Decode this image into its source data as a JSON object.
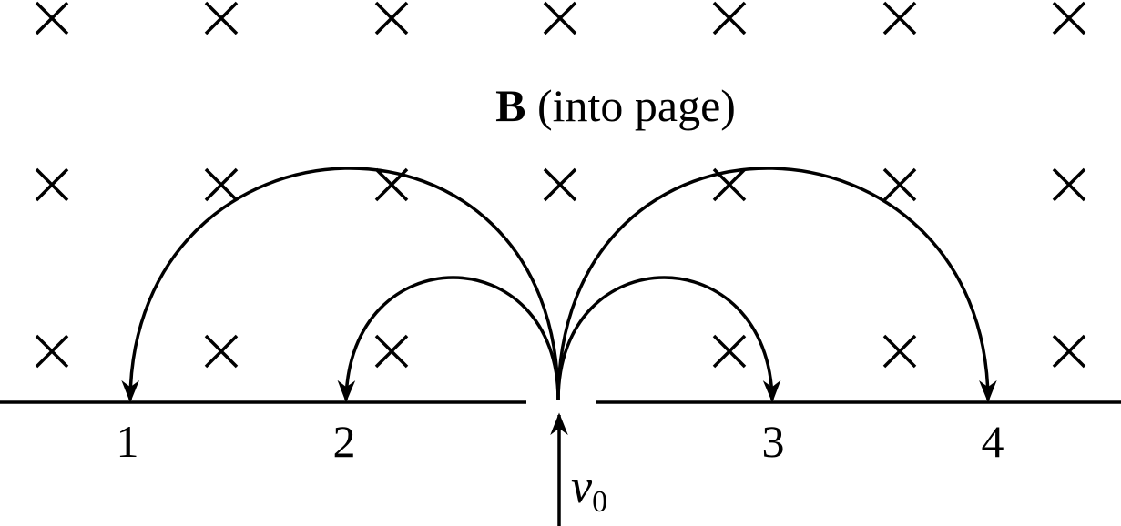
{
  "field_label": {
    "symbol": "B",
    "text": " (into page)"
  },
  "velocity_label": {
    "symbol": "v",
    "subscript": "0"
  },
  "landing_points": [
    {
      "label": "1"
    },
    {
      "label": "2"
    },
    {
      "label": "3"
    },
    {
      "label": "4"
    }
  ],
  "field_marker_icon": "cross-icon",
  "colors": {
    "ink": "#000000",
    "background": "#ffffff"
  }
}
